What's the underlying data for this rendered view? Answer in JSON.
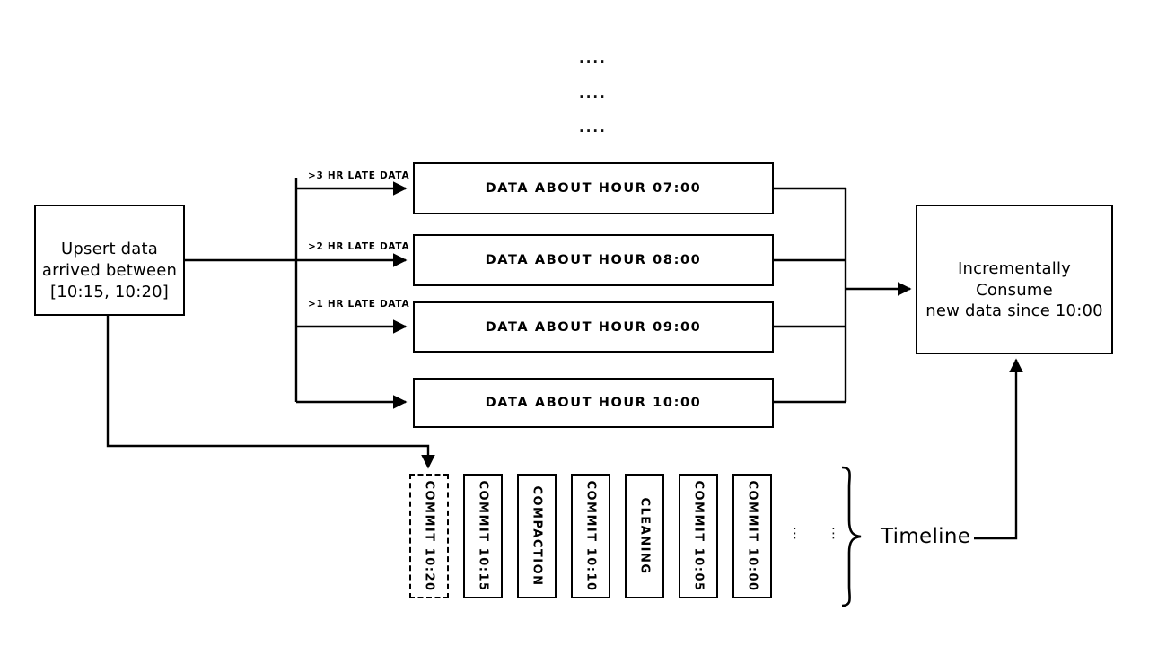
{
  "diagram": {
    "title": "Incremental upsert and timeline consumption diagram",
    "stroke_color": "#000000",
    "background_color": "#ffffff"
  },
  "source": {
    "name": "upsert-source-box",
    "lines": [
      "Upsert data",
      "arrived between",
      "[10:15, 10:20]"
    ],
    "text": "Upsert data\narrived between\n[10:15, 10:20]"
  },
  "top_ellipsis": [
    "....",
    "....",
    "...."
  ],
  "edge_labels": [
    {
      "text": ">3 HR LATE DATA"
    },
    {
      "text": ">2 HR LATE DATA"
    },
    {
      "text": ">1 HR LATE DATA"
    }
  ],
  "hour_partitions": [
    {
      "label": "DATA ABOUT HOUR 07:00"
    },
    {
      "label": "DATA ABOUT HOUR 08:00"
    },
    {
      "label": "DATA ABOUT HOUR 09:00"
    },
    {
      "label": "DATA ABOUT HOUR 10:00"
    }
  ],
  "consumer": {
    "name": "incremental-consume-box",
    "lines": [
      "Incrementally Consume",
      "new data since 10:00"
    ],
    "text": "Incrementally Consume\nnew data since 10:00"
  },
  "timeline": {
    "label": "Timeline",
    "brace": "}",
    "dots": "⋮",
    "commits": [
      {
        "label": "COMMIT 10:20",
        "style": "dashed"
      },
      {
        "label": "COMMIT 10:15",
        "style": "solid"
      },
      {
        "label": "COMPACTION",
        "style": "solid"
      },
      {
        "label": "COMMIT 10:10",
        "style": "solid"
      },
      {
        "label": "CLEANING",
        "style": "solid"
      },
      {
        "label": "COMMIT 10:05",
        "style": "solid"
      },
      {
        "label": "COMMIT 10:00",
        "style": "solid"
      }
    ]
  }
}
